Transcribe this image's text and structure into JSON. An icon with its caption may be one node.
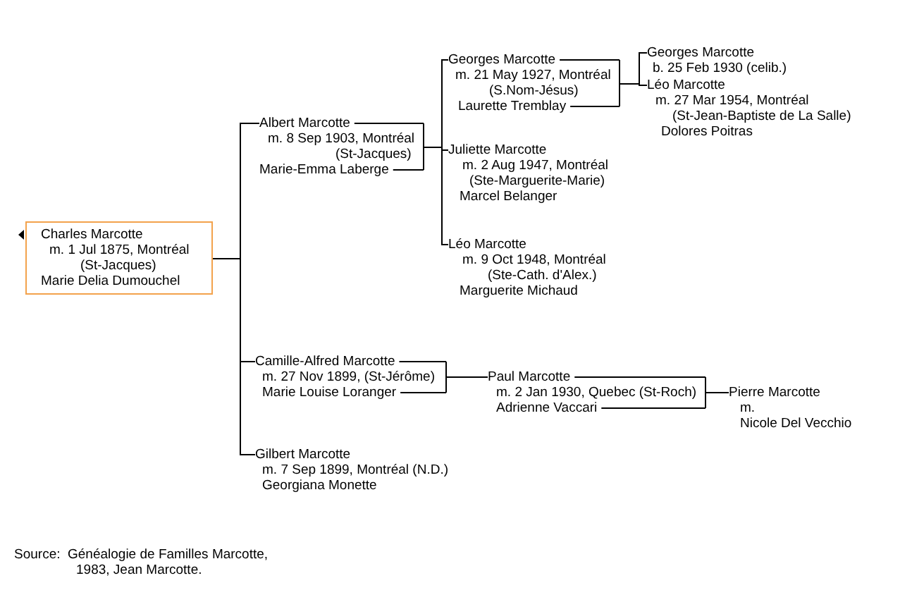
{
  "diagram": {
    "nodes": [
      {
        "text": [
          "Charles Marcotte",
          "m. 1 Jul 1875, Montréal (St-Jacques)",
          "Marie Delia Dumouchel"
        ]
      },
      {
        "text": [
          "Albert Marcotte",
          "m. 8 Sep 1903, Montréal (St-Jacques)",
          "Marie-Emma Laberge"
        ]
      },
      {
        "text": [
          "Georges Marcotte",
          "m. 21 May 1927, Montréal (S.Nom-Jésus)",
          "Laurette Tremblay"
        ]
      },
      {
        "text": [
          "Georges Marcotte",
          "b. 25 Feb 1930 (celib.)"
        ]
      },
      {
        "text": [
          "Léo Marcotte",
          "m. 27 Mar 1954, Montréal (St-Jean-Baptiste de La Salle)",
          "Dolores Poitras"
        ]
      },
      {
        "text": [
          "Juliette Marcotte",
          "m. 2 Aug 1947, Montréal (Ste-Marguerite-Marie)",
          "Marcel Belanger"
        ]
      },
      {
        "text": [
          "Léo Marcotte",
          "m. 9 Oct 1948, Montréal (Ste-Cath. d'Alex.)",
          "Marguerite Michaud"
        ]
      },
      {
        "text": [
          "Camille-Alfred Marcotte",
          "m. 27 Nov 1899, (St-Jérôme)",
          "Marie Louise Loranger"
        ]
      },
      {
        "text": [
          "Paul Marcotte",
          "m. 2 Jan 1930, Quebec (St-Roch)",
          "Adrienne Vaccari"
        ]
      },
      {
        "text": [
          "Pierre Marcotte",
          "m.",
          "Nicole Del Vecchio"
        ]
      },
      {
        "text": [
          "Gilbert Marcotte",
          "m. 7 Sep 1899, Montréal (N.D.)",
          "Georgiana Monette"
        ]
      }
    ],
    "edges": [
      {
        "from": 0,
        "to": 1,
        "arrow": "none"
      },
      {
        "from": 0,
        "to": 7,
        "arrow": "none"
      },
      {
        "from": 0,
        "to": 10,
        "arrow": "none"
      },
      {
        "from": 1,
        "to": 2,
        "arrow": "none"
      },
      {
        "from": 1,
        "to": 5,
        "arrow": "none"
      },
      {
        "from": 1,
        "to": 6,
        "arrow": "none"
      },
      {
        "from": 2,
        "to": 3,
        "arrow": "none"
      },
      {
        "from": 2,
        "to": 4,
        "arrow": "none"
      },
      {
        "from": 7,
        "to": 8,
        "arrow": "none"
      },
      {
        "from": 8,
        "to": 9,
        "arrow": "none"
      }
    ],
    "labels": [
      "Source:",
      "Généalogie de Familles Marcotte, 1983, Jean Marcotte."
    ]
  }
}
